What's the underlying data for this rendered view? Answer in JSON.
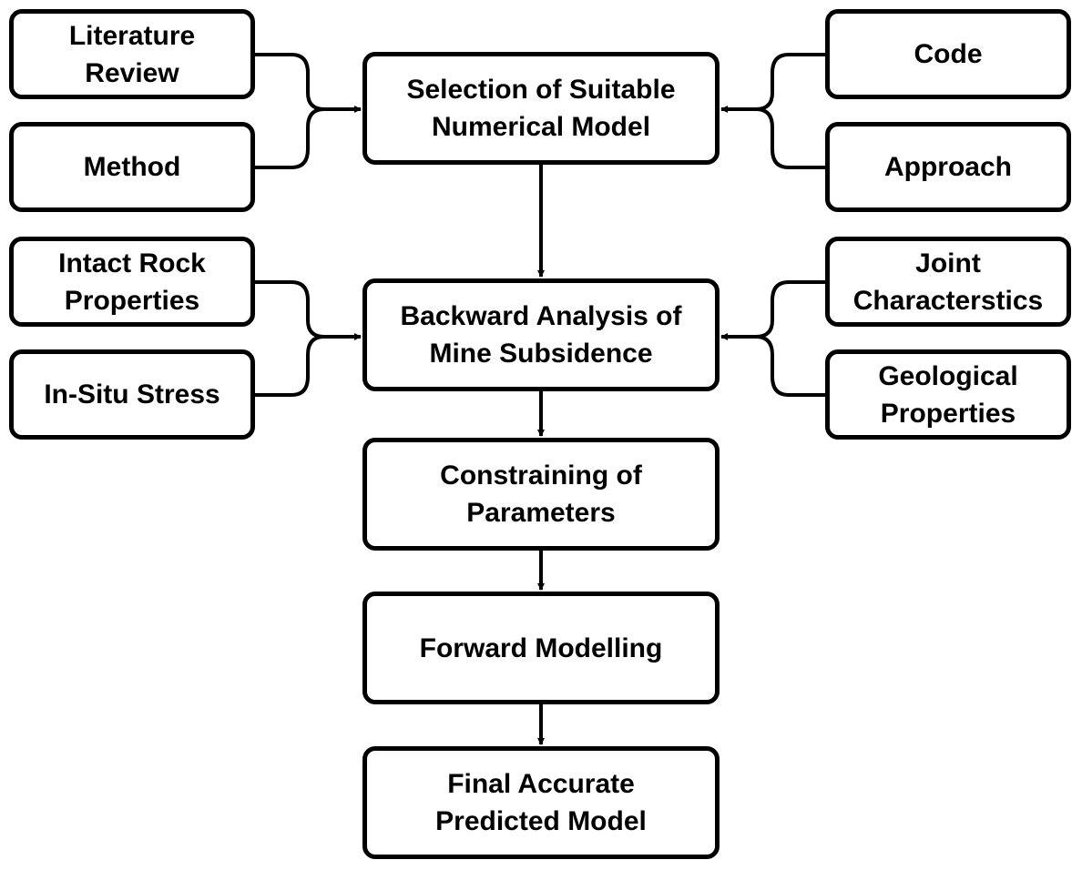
{
  "left_inputs": {
    "literature_review": [
      "Literature",
      "Review"
    ],
    "method": [
      "Method"
    ],
    "intact_rock_properties": [
      "Intact Rock",
      "Properties"
    ],
    "in_situ_stress": [
      "In-Situ Stress"
    ]
  },
  "right_inputs": {
    "code": [
      "Code"
    ],
    "approach": [
      "Approach"
    ],
    "joint_characterstics": [
      "Joint",
      "Characterstics"
    ],
    "geological_properties": [
      "Geological",
      "Properties"
    ]
  },
  "main_flow": {
    "selection": [
      "Selection of Suitable",
      "Numerical Model"
    ],
    "backward_analysis": [
      "Backward Analysis of",
      "Mine Subsidence"
    ],
    "constraining": [
      "Constraining of",
      "Parameters"
    ],
    "forward_modelling": [
      "Forward Modelling"
    ],
    "final_model": [
      "Final Accurate",
      "Predicted Model"
    ]
  },
  "colors": {
    "stroke": "#000000",
    "fill": "#ffffff",
    "text": "#000000"
  }
}
